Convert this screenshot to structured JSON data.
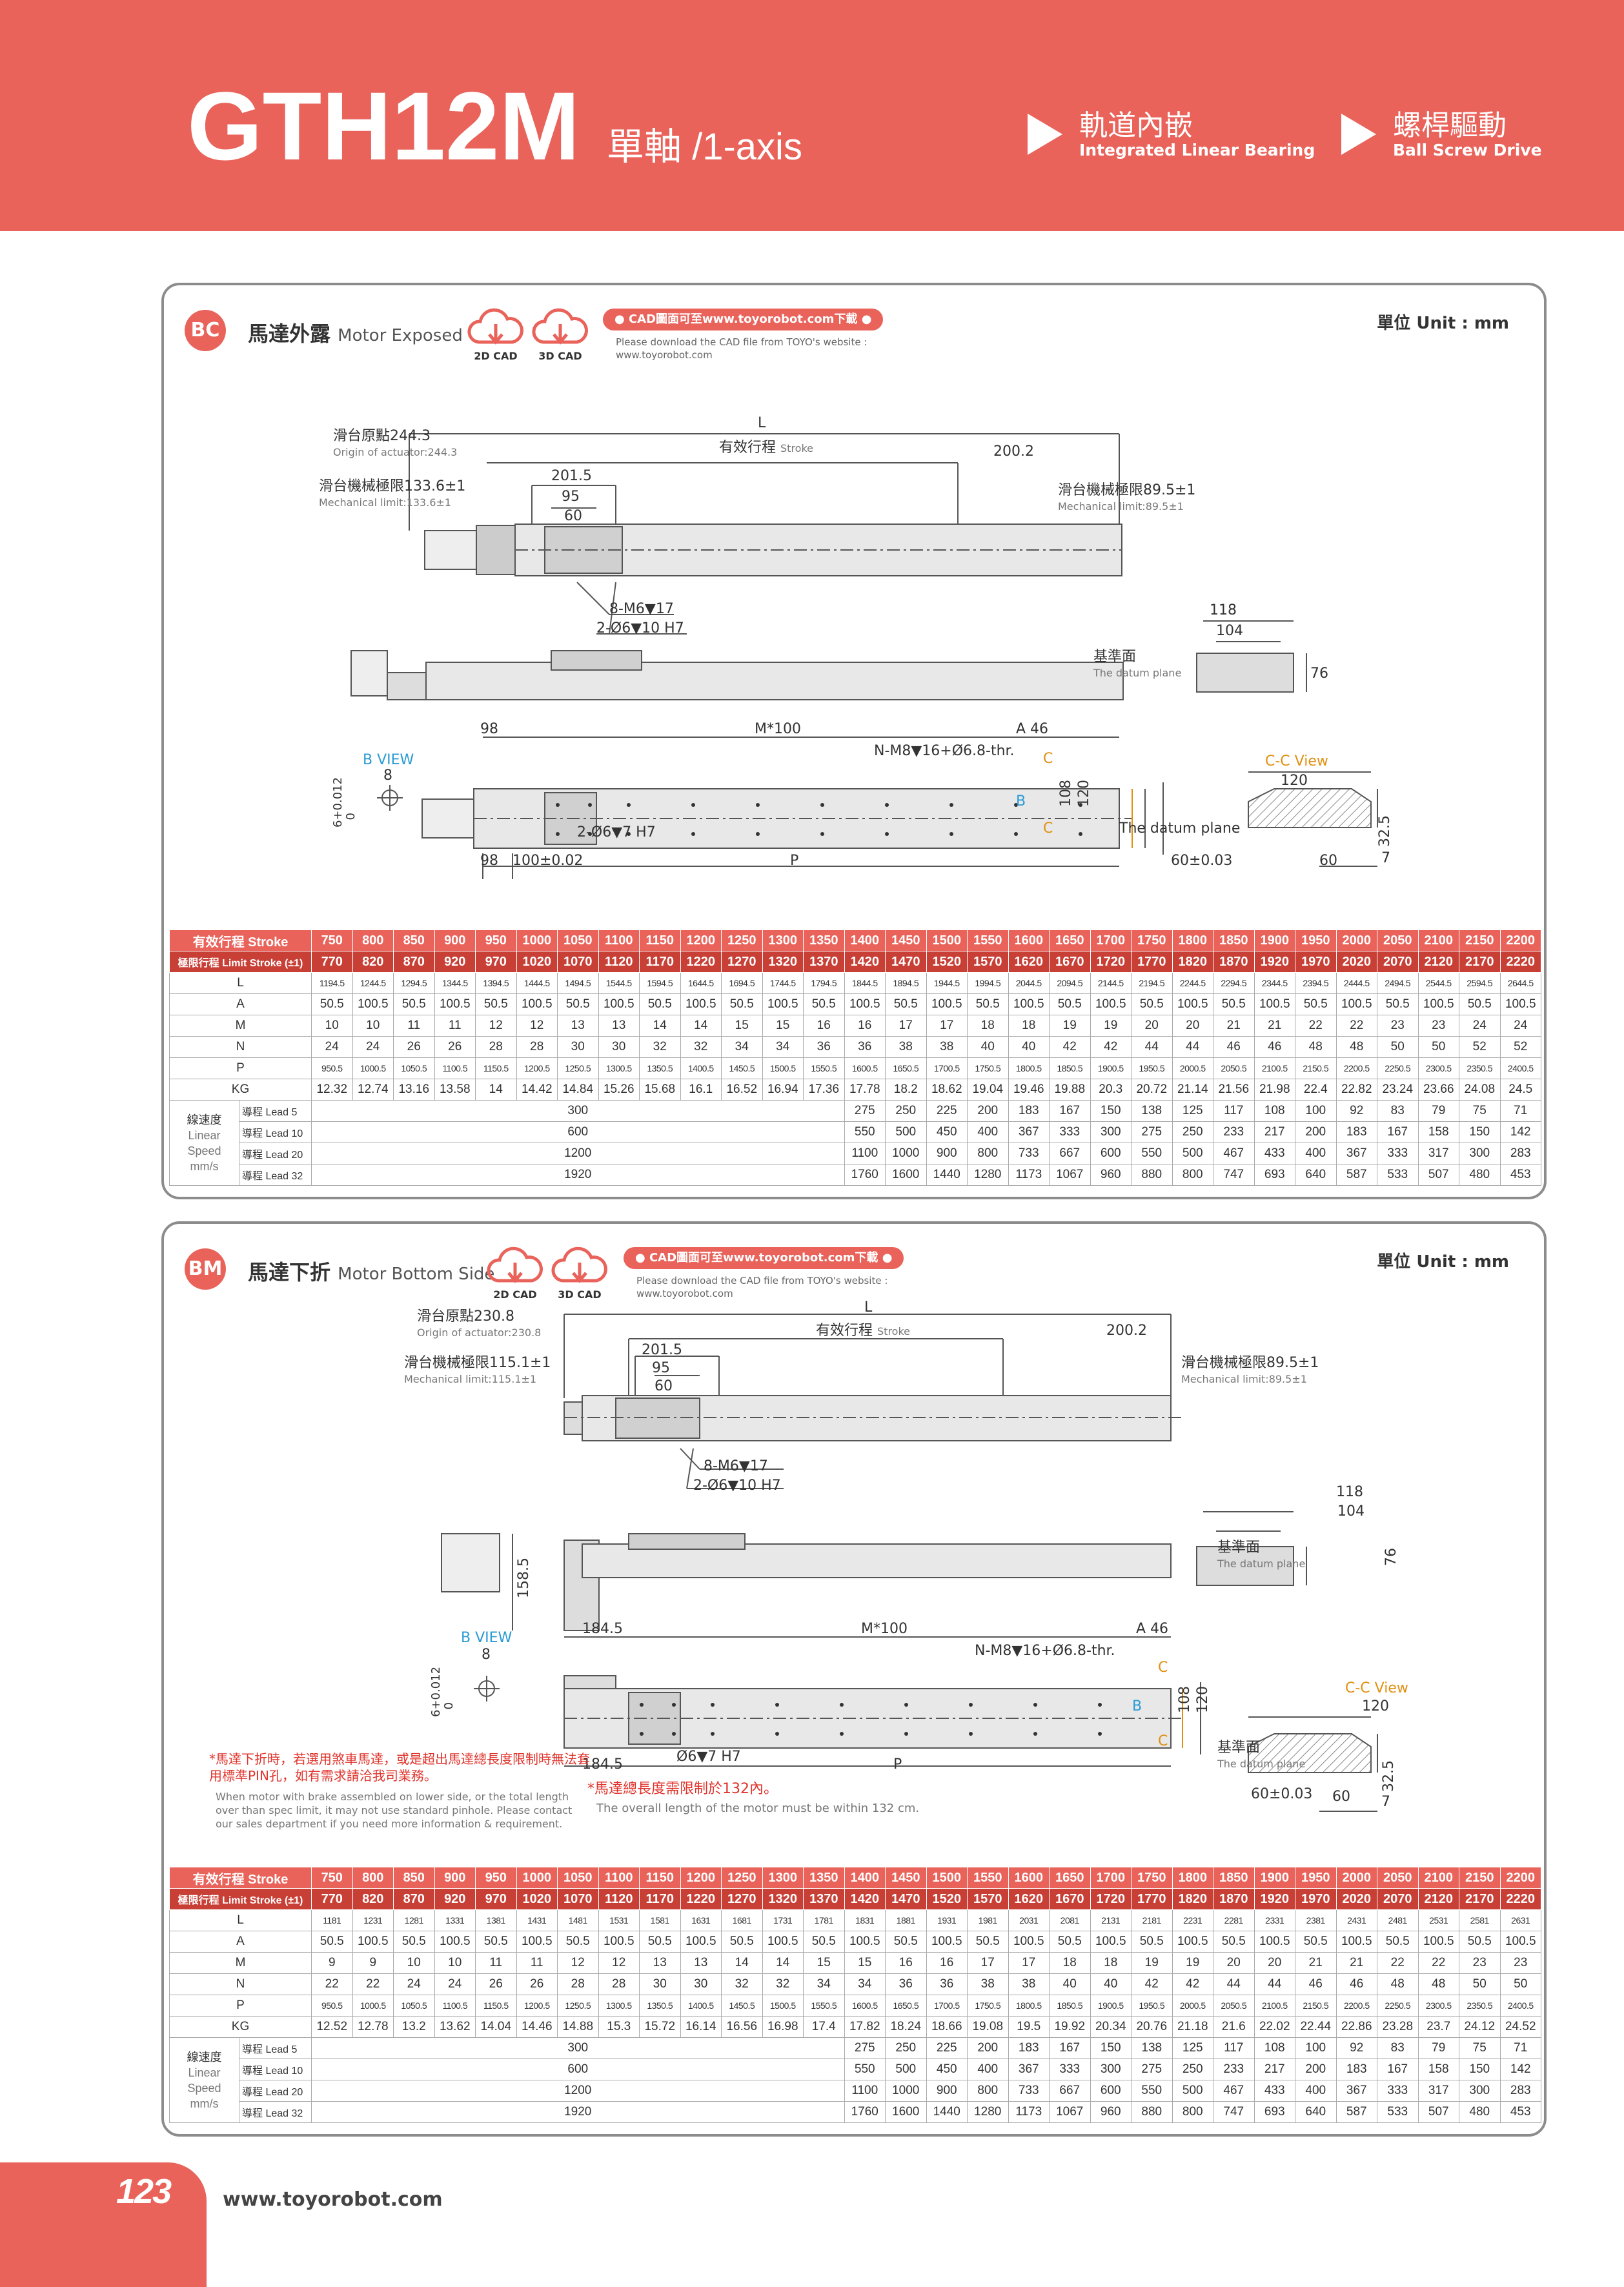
{
  "header": {
    "model": "GTH12M",
    "axis": "單軸 /1-axis",
    "features": [
      {
        "zh": "軌道內嵌",
        "en": "Integrated Linear Bearing"
      },
      {
        "zh": "螺桿驅動",
        "en": "Ball Screw Drive"
      }
    ],
    "accent": "#e9635b"
  },
  "common": {
    "unit": "單位 Unit : mm",
    "cad_banner": "● CAD圖面可至www.toyorobot.com下載 ●",
    "cad_note": "Please download the CAD file from TOYO's website : www.toyorobot.com",
    "cad_2d": "2D CAD",
    "cad_3d": "3D CAD",
    "labels": {
      "L": "L",
      "stroke_zh": "有效行程",
      "stroke_en": "Stroke",
      "d200_2": "200.2",
      "d201_5": "201.5",
      "d95": "95",
      "d60": "60",
      "m6": "8-M6▼17",
      "pin10": "2-Ø6▼10 H7",
      "d118": "118",
      "d104": "104",
      "d76": "76",
      "datum_zh": "基準面",
      "datum_en": "The datum plane",
      "mech_right_zh": "滑台機械極限89.5±1",
      "mech_right_en": "Mechanical limit:89.5±1",
      "m100": "M*100",
      "a46": "A  46",
      "nm8": "N-M8▼16+Ø6.8-thr.",
      "c": "C",
      "b": "B",
      "bview": "B VIEW",
      "d8": "8",
      "tol": "6+0.012\n  0",
      "d108": "108",
      "d120": "120",
      "ccview": "C-C View",
      "datum_plane": "The datum plane",
      "d60tol": "60±0.03",
      "d32": "32.5",
      "d7": "7",
      "P": "P",
      "d100": "100±0.02"
    }
  },
  "bc": {
    "badge": "BC",
    "title_zh": "馬達外露",
    "title_en": "Motor Exposed",
    "origin_zh": "滑台原點244.3",
    "origin_en": "Origin of actuator:244.3",
    "mech_left_zh": "滑台機械極限133.6±1",
    "mech_left_en": "Mechanical limit:133.6±1",
    "d98": "98",
    "pin7": "2-Ø6▼7 H7"
  },
  "bm": {
    "badge": "BM",
    "title_zh": "馬達下折",
    "title_en": "Motor Bottom Side",
    "origin_zh": "滑台原點230.8",
    "origin_en": "Origin of actuator:230.8",
    "mech_left_zh": "滑台機械極限115.1±1",
    "mech_left_en": "Mechanical limit:115.1±1",
    "d184": "184.5",
    "d158": "158.5",
    "pin7": "Ø6▼7 H7",
    "note_red": "*馬達下折時，若選用煞車馬達，或是超出馬達總長度限制時無法套用標準PIN孔，如有需求請洽我司業務。",
    "note_en": "When motor with brake assembled on lower side, or the total length over than spec limit, it may not use standard pinhole. Please contact our sales department if you need more information & requirement.",
    "note2_zh": "*馬達總長度需限制於132內。",
    "note2_en": "The overall length of the motor must be within 132 cm."
  },
  "table_labels": {
    "stroke": "有效行程 Stroke",
    "limit": "極限行程 Limit Stroke (±1)",
    "L": "L",
    "A": "A",
    "M": "M",
    "N": "N",
    "P": "P",
    "KG": "KG",
    "speed": "線速度\nLinear\nSpeed\nmm/s",
    "leads": [
      "導程 Lead 5",
      "導程 Lead 10",
      "導程 Lead 20",
      "導程 Lead 32"
    ]
  },
  "strokes": [
    "750",
    "800",
    "850",
    "900",
    "950",
    "1000",
    "1050",
    "1100",
    "1150",
    "1200",
    "1250",
    "1300",
    "1350",
    "1400",
    "1450",
    "1500",
    "1550",
    "1600",
    "1650",
    "1700",
    "1750",
    "1800",
    "1850",
    "1900",
    "1950",
    "2000",
    "2050",
    "2100",
    "2150",
    "2200"
  ],
  "limits": [
    "770",
    "820",
    "870",
    "920",
    "970",
    "1020",
    "1070",
    "1120",
    "1170",
    "1220",
    "1270",
    "1320",
    "1370",
    "1420",
    "1470",
    "1520",
    "1570",
    "1620",
    "1670",
    "1720",
    "1770",
    "1820",
    "1870",
    "1920",
    "1970",
    "2020",
    "2070",
    "2120",
    "2170",
    "2220"
  ],
  "A": [
    "50.5",
    "100.5",
    "50.5",
    "100.5",
    "50.5",
    "100.5",
    "50.5",
    "100.5",
    "50.5",
    "100.5",
    "50.5",
    "100.5",
    "50.5",
    "100.5",
    "50.5",
    "100.5",
    "50.5",
    "100.5",
    "50.5",
    "100.5",
    "50.5",
    "100.5",
    "50.5",
    "100.5",
    "50.5",
    "100.5",
    "50.5",
    "100.5",
    "50.5",
    "100.5"
  ],
  "P": [
    "950.5",
    "1000.5",
    "1050.5",
    "1100.5",
    "1150.5",
    "1200.5",
    "1250.5",
    "1300.5",
    "1350.5",
    "1400.5",
    "1450.5",
    "1500.5",
    "1550.5",
    "1600.5",
    "1650.5",
    "1700.5",
    "1750.5",
    "1800.5",
    "1850.5",
    "1900.5",
    "1950.5",
    "2000.5",
    "2050.5",
    "2100.5",
    "2150.5",
    "2200.5",
    "2250.5",
    "2300.5",
    "2350.5",
    "2400.5"
  ],
  "speed_common": [
    "300",
    "600",
    "1200",
    "1920"
  ],
  "speed_tail": [
    [
      "275",
      "250",
      "225",
      "200",
      "183",
      "167",
      "150",
      "138",
      "125",
      "117",
      "108",
      "100",
      "92",
      "83",
      "79",
      "75",
      "71"
    ],
    [
      "550",
      "500",
      "450",
      "400",
      "367",
      "333",
      "300",
      "275",
      "250",
      "233",
      "217",
      "200",
      "183",
      "167",
      "158",
      "150",
      "142"
    ],
    [
      "1100",
      "1000",
      "900",
      "800",
      "733",
      "667",
      "600",
      "550",
      "500",
      "467",
      "433",
      "400",
      "367",
      "333",
      "317",
      "300",
      "283"
    ],
    [
      "1760",
      "1600",
      "1440",
      "1280",
      "1173",
      "1067",
      "960",
      "880",
      "800",
      "747",
      "693",
      "640",
      "587",
      "533",
      "507",
      "480",
      "453"
    ]
  ],
  "bc_table": {
    "L": [
      "1194.5",
      "1244.5",
      "1294.5",
      "1344.5",
      "1394.5",
      "1444.5",
      "1494.5",
      "1544.5",
      "1594.5",
      "1644.5",
      "1694.5",
      "1744.5",
      "1794.5",
      "1844.5",
      "1894.5",
      "1944.5",
      "1994.5",
      "2044.5",
      "2094.5",
      "2144.5",
      "2194.5",
      "2244.5",
      "2294.5",
      "2344.5",
      "2394.5",
      "2444.5",
      "2494.5",
      "2544.5",
      "2594.5",
      "2644.5"
    ],
    "M": [
      "10",
      "10",
      "11",
      "11",
      "12",
      "12",
      "13",
      "13",
      "14",
      "14",
      "15",
      "15",
      "16",
      "16",
      "17",
      "17",
      "18",
      "18",
      "19",
      "19",
      "20",
      "20",
      "21",
      "21",
      "22",
      "22",
      "23",
      "23",
      "24",
      "24"
    ],
    "N": [
      "24",
      "24",
      "26",
      "26",
      "28",
      "28",
      "30",
      "30",
      "32",
      "32",
      "34",
      "34",
      "36",
      "36",
      "38",
      "38",
      "40",
      "40",
      "42",
      "42",
      "44",
      "44",
      "46",
      "46",
      "48",
      "48",
      "50",
      "50",
      "52",
      "52"
    ],
    "KG": [
      "12.32",
      "12.74",
      "13.16",
      "13.58",
      "14",
      "14.42",
      "14.84",
      "15.26",
      "15.68",
      "16.1",
      "16.52",
      "16.94",
      "17.36",
      "17.78",
      "18.2",
      "18.62",
      "19.04",
      "19.46",
      "19.88",
      "20.3",
      "20.72",
      "21.14",
      "21.56",
      "21.98",
      "22.4",
      "22.82",
      "23.24",
      "23.66",
      "24.08",
      "24.5"
    ]
  },
  "bm_table": {
    "L": [
      "1181",
      "1231",
      "1281",
      "1331",
      "1381",
      "1431",
      "1481",
      "1531",
      "1581",
      "1631",
      "1681",
      "1731",
      "1781",
      "1831",
      "1881",
      "1931",
      "1981",
      "2031",
      "2081",
      "2131",
      "2181",
      "2231",
      "2281",
      "2331",
      "2381",
      "2431",
      "2481",
      "2531",
      "2581",
      "2631"
    ],
    "M": [
      "9",
      "9",
      "10",
      "10",
      "11",
      "11",
      "12",
      "12",
      "13",
      "13",
      "14",
      "14",
      "15",
      "15",
      "16",
      "16",
      "17",
      "17",
      "18",
      "18",
      "19",
      "19",
      "20",
      "20",
      "21",
      "21",
      "22",
      "22",
      "23",
      "23"
    ],
    "N": [
      "22",
      "22",
      "24",
      "24",
      "26",
      "26",
      "28",
      "28",
      "30",
      "30",
      "32",
      "32",
      "34",
      "34",
      "36",
      "36",
      "38",
      "38",
      "40",
      "40",
      "42",
      "42",
      "44",
      "44",
      "46",
      "46",
      "48",
      "48",
      "50",
      "50"
    ],
    "KG": [
      "12.52",
      "12.78",
      "13.2",
      "13.62",
      "14.04",
      "14.46",
      "14.88",
      "15.3",
      "15.72",
      "16.14",
      "16.56",
      "16.98",
      "17.4",
      "17.82",
      "18.24",
      "18.66",
      "19.08",
      "19.5",
      "19.92",
      "20.34",
      "20.76",
      "21.18",
      "21.6",
      "22.02",
      "22.44",
      "22.86",
      "23.28",
      "23.7",
      "24.12",
      "24.52"
    ]
  },
  "footer": {
    "page": "123",
    "site": "www.toyorobot.com"
  }
}
